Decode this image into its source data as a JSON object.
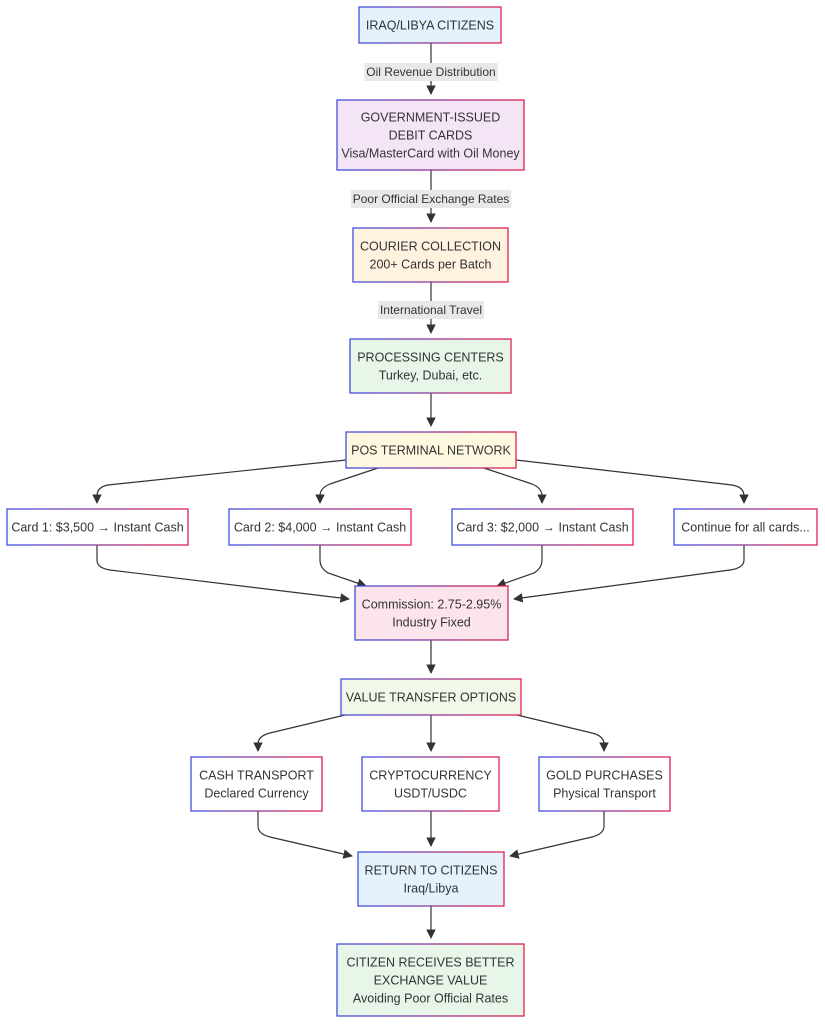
{
  "colors": {
    "fill_blue": "#e3f2fd",
    "fill_purple": "#f3e5f5",
    "fill_orange": "#fff3e0",
    "fill_green": "#e8f5e9",
    "fill_yellow": "#fff8e1",
    "fill_white": "#ffffff",
    "fill_pink": "#fce4ec",
    "fill_lightgreen": "#f1f8e9",
    "label_bg": "#e8e8e8",
    "edge": "#333333"
  },
  "nodes": {
    "citizens": {
      "lines": [
        "IRAQ/LIBYA CITIZENS"
      ]
    },
    "debit_cards": {
      "lines": [
        "GOVERNMENT-ISSUED",
        "DEBIT CARDS",
        "Visa/MasterCard with Oil Money"
      ]
    },
    "courier": {
      "lines": [
        "COURIER COLLECTION",
        "200+ Cards per Batch"
      ]
    },
    "processing": {
      "lines": [
        "PROCESSING CENTERS",
        "Turkey, Dubai, etc."
      ]
    },
    "pos": {
      "lines": [
        "POS TERMINAL NETWORK"
      ]
    },
    "card1": {
      "lines": [
        "Card 1: $3,500 → Instant Cash"
      ]
    },
    "card2": {
      "lines": [
        "Card 2: $4,000 → Instant Cash"
      ]
    },
    "card3": {
      "lines": [
        "Card 3: $2,000 → Instant Cash"
      ]
    },
    "card_more": {
      "lines": [
        "Continue for all cards..."
      ]
    },
    "commission": {
      "lines": [
        "Commission: 2.75-2.95%",
        "Industry Fixed"
      ]
    },
    "value_transfer": {
      "lines": [
        "VALUE TRANSFER OPTIONS"
      ]
    },
    "cash_transport": {
      "lines": [
        "CASH TRANSPORT",
        "Declared Currency"
      ]
    },
    "crypto": {
      "lines": [
        "CRYPTOCURRENCY",
        "USDT/USDC"
      ]
    },
    "gold": {
      "lines": [
        "GOLD PURCHASES",
        "Physical Transport"
      ]
    },
    "return": {
      "lines": [
        "RETURN TO CITIZENS",
        "Iraq/Libya"
      ]
    },
    "better_value": {
      "lines": [
        "CITIZEN RECEIVES BETTER",
        "EXCHANGE VALUE",
        "Avoiding Poor Official Rates"
      ]
    }
  },
  "edge_labels": {
    "oil": "Oil Revenue Distribution",
    "rates": "Poor Official Exchange Rates",
    "travel": "International Travel"
  }
}
